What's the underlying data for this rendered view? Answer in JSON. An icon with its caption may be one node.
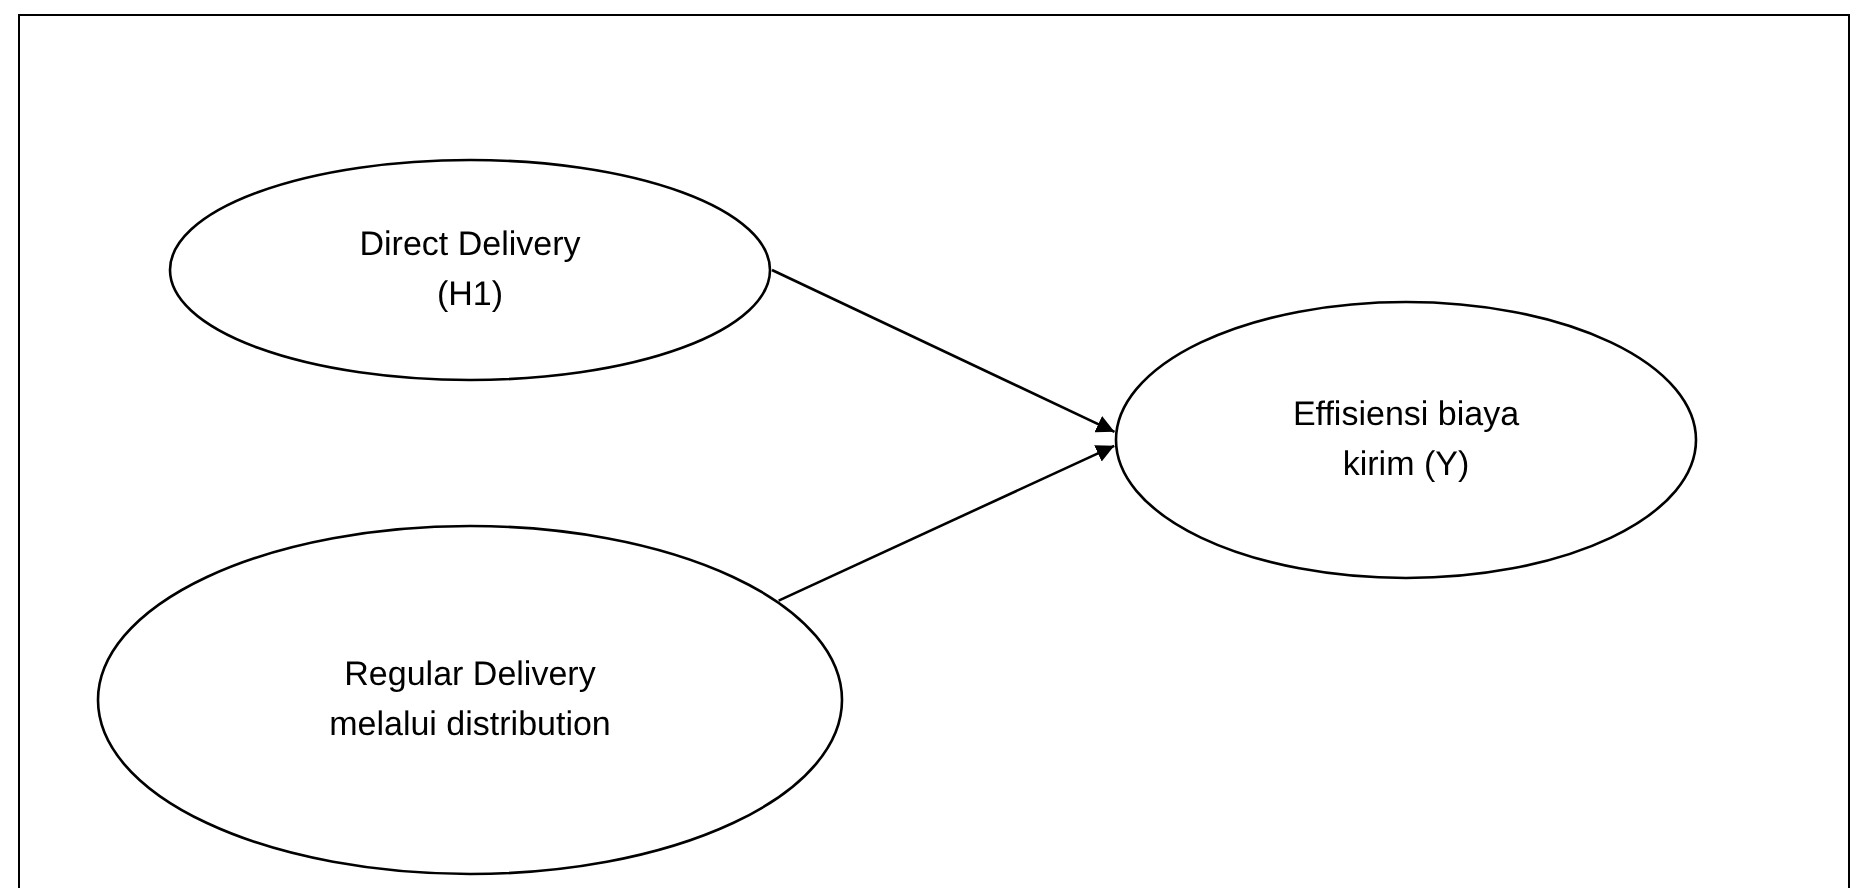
{
  "diagram": {
    "nodes": [
      {
        "text": [
          "Direct Delivery (H1)"
        ]
      },
      {
        "text": [
          "Regular Delivery melalui distribution"
        ]
      },
      {
        "text": [
          "Effisiensi biaya kirim (Y)"
        ]
      }
    ],
    "edges": [
      {
        "from": 0,
        "to": 2,
        "arrow": "to"
      },
      {
        "from": 1,
        "to": 2,
        "arrow": "to"
      }
    ]
  }
}
